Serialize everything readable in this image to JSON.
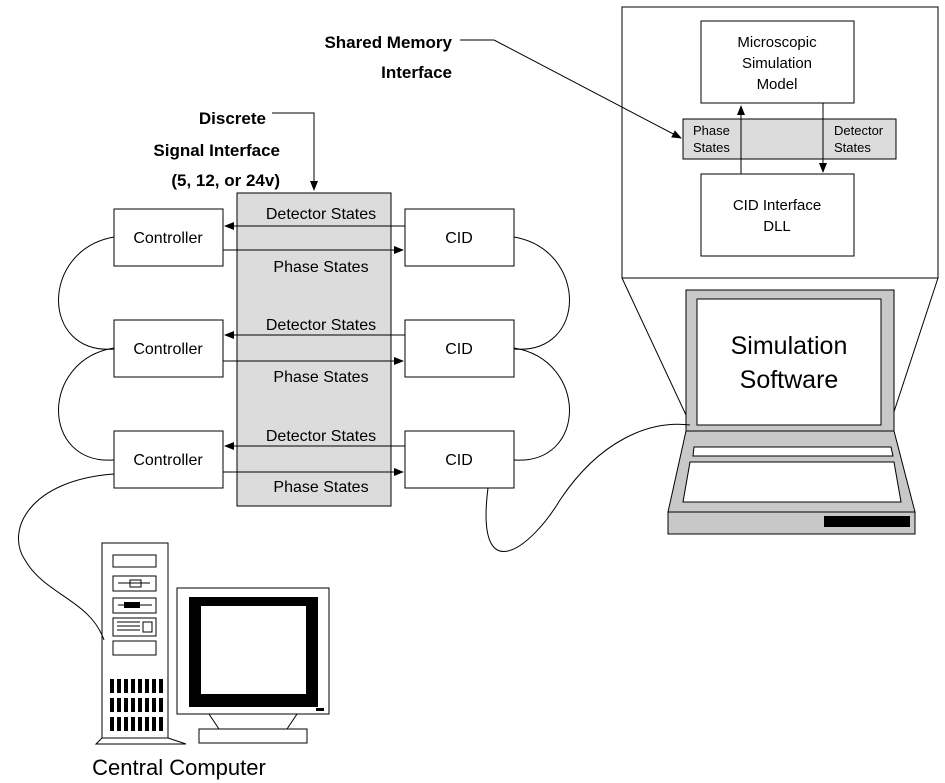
{
  "shared_memory_label": [
    "Shared Memory",
    "Interface"
  ],
  "discrete_label": [
    "Discrete",
    "Signal Interface",
    "(5, 12, or 24v)"
  ],
  "controller_label": "Controller",
  "cid_label": "CID",
  "detector_states_label": "Detector States",
  "phase_states_label": "Phase States",
  "microscopic_model_label": [
    "Microscopic",
    "Simulation",
    "Model"
  ],
  "phase_states_small": [
    "Phase",
    "States"
  ],
  "detector_states_small": [
    "Detector",
    "States"
  ],
  "cid_dll_label": [
    "CID Interface",
    "DLL"
  ],
  "simulation_software_label": [
    "Simulation",
    "Software"
  ],
  "central_computer_label": "Central Computer"
}
